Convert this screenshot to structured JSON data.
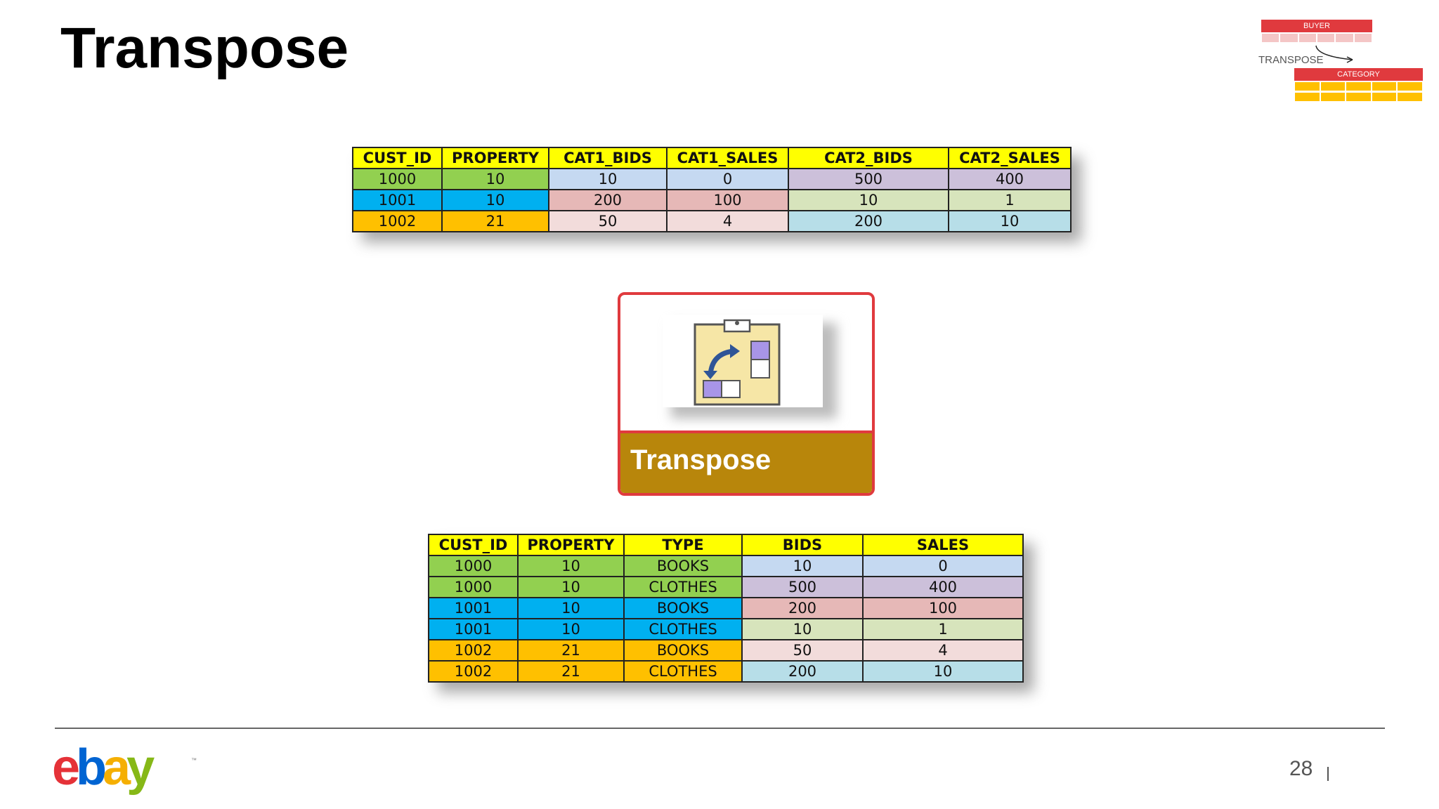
{
  "title": "Transpose",
  "thumbnail": {
    "top_label": "BUYER",
    "middle_label": "TRANSPOSE",
    "bottom_label": "CATEGORY"
  },
  "table_top": {
    "headers": [
      "CUST_ID",
      "PROPERTY",
      "CAT1_BIDS",
      "CAT1_SALES",
      "CAT2_BIDS",
      "CAT2_SALES"
    ],
    "rows": [
      [
        "1000",
        "10",
        "10",
        "0",
        "500",
        "400"
      ],
      [
        "1001",
        "10",
        "200",
        "100",
        "10",
        "1"
      ],
      [
        "1002",
        "21",
        "50",
        "4",
        "200",
        "10"
      ]
    ]
  },
  "tool": {
    "label": "Transpose",
    "icon": "transpose-clipboard-icon"
  },
  "table_bottom": {
    "headers": [
      "CUST_ID",
      "PROPERTY",
      "TYPE",
      "BIDS",
      "SALES"
    ],
    "rows": [
      [
        "1000",
        "10",
        "BOOKS",
        "10",
        "0"
      ],
      [
        "1000",
        "10",
        "CLOTHES",
        "500",
        "400"
      ],
      [
        "1001",
        "10",
        "BOOKS",
        "200",
        "100"
      ],
      [
        "1001",
        "10",
        "CLOTHES",
        "10",
        "1"
      ],
      [
        "1002",
        "21",
        "BOOKS",
        "50",
        "4"
      ],
      [
        "1002",
        "21",
        "CLOTHES",
        "200",
        "10"
      ]
    ]
  },
  "footer": {
    "logo": {
      "e": "e",
      "b": "b",
      "a": "a",
      "y": "y"
    },
    "trademark": "™",
    "page_number": "28"
  },
  "colors": {
    "header_yellow": "#ffff00",
    "cust_1000": "#92d050",
    "cust_1001": "#00b0f0",
    "cust_1002": "#ffc000",
    "accent_red": "#e03a3e",
    "tool_bar": "#b8860b"
  }
}
